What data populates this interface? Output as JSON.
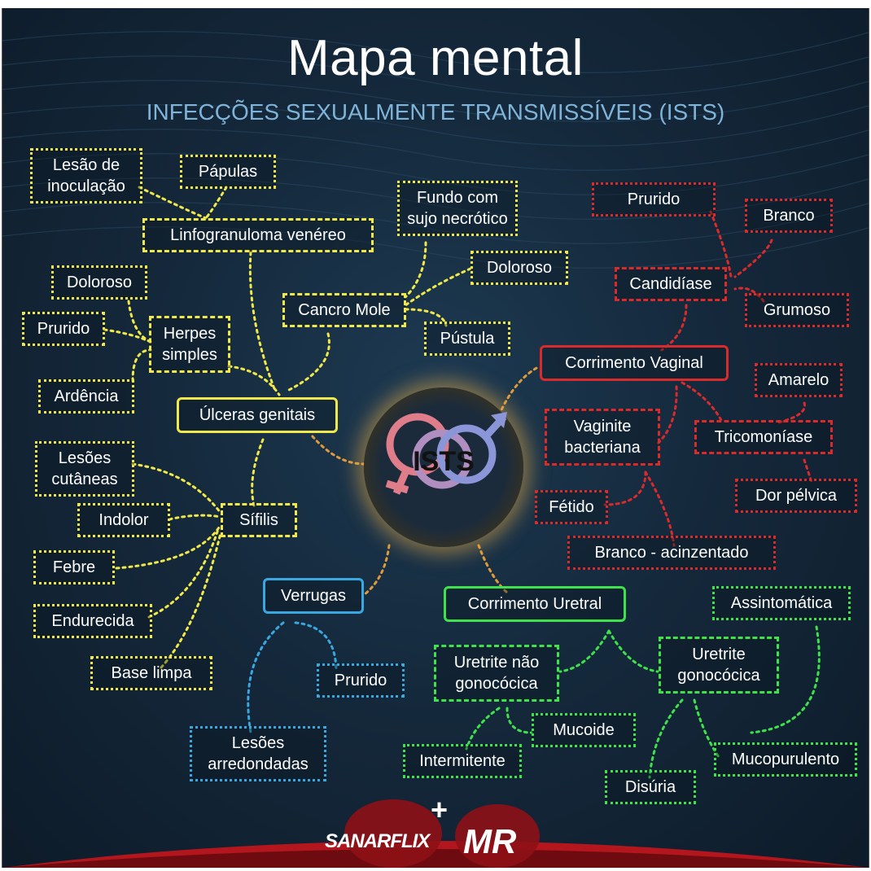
{
  "title": "Mapa mental",
  "subtitle": "INFECÇÕES SEXUALMENTE TRANSMISSÍVEIS (ISTS)",
  "center": "ISTS",
  "colors": {
    "yellow": "#f1e84a",
    "red": "#d92b2b",
    "green": "#3ee24a",
    "blue": "#39a7e0",
    "accent": "#e09a3a"
  },
  "ulceras": {
    "label": "Úlceras genitais",
    "linfogranuloma": {
      "label": "Linfogranuloma venéreo",
      "lesao": "Lesão de inoculação",
      "papulas": "Pápulas"
    },
    "cancro": {
      "label": "Cancro Mole",
      "fundo": "Fundo com sujo necrótico",
      "doloroso": "Doloroso",
      "pustula": "Pústula"
    },
    "herpes": {
      "label": "Herpes simples",
      "doloroso": "Doloroso",
      "prurido": "Prurido",
      "ardencia": "Ardência"
    },
    "sifilis": {
      "label": "Sífilis",
      "lesoes": "Lesões cutâneas",
      "indolor": "Indolor",
      "febre": "Febre",
      "endurecida": "Endurecida",
      "base": "Base limpa"
    }
  },
  "vaginal": {
    "label": "Corrimento Vaginal",
    "candidiase": {
      "label": "Candidíase",
      "prurido": "Prurido",
      "branco": "Branco",
      "grumoso": "Grumoso"
    },
    "tricomoniase": {
      "label": "Tricomoníase",
      "amarelo": "Amarelo",
      "dor": "Dor pélvica"
    },
    "vaginite": {
      "label": "Vaginite bacteriana",
      "fetido": "Fétido",
      "branco": "Branco - acinzentado"
    }
  },
  "uretral": {
    "label": "Corrimento Uretral",
    "naogono": {
      "label": "Uretrite não gonocócica",
      "mucoide": "Mucoide",
      "intermitente": "Intermitente"
    },
    "gono": {
      "label": "Uretrite gonocócica",
      "assintomatica": "Assintomática",
      "mucopurulento": "Mucopurulento",
      "disuria": "Disúria"
    }
  },
  "verrugas": {
    "label": "Verrugas",
    "prurido": "Prurido",
    "lesoes": "Lesões arredondadas"
  },
  "logos": {
    "left": "SANARFLIX",
    "plus": "+",
    "right": "MR"
  }
}
